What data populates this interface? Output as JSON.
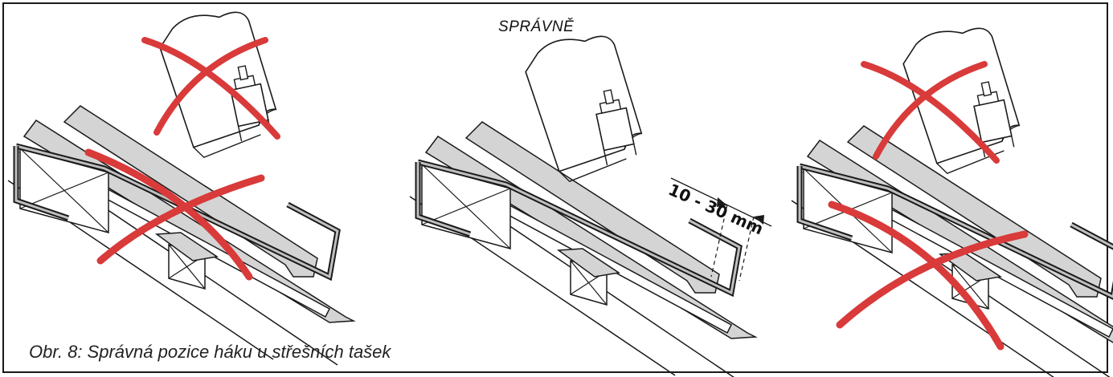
{
  "figure": {
    "title": "SPRÁVNĚ",
    "caption": "Obr. 8: Správná pozice háku u střešních tašek",
    "dimension": "10 - 30 mm"
  },
  "colors": {
    "frame": "#1a1a1a",
    "tile_fill": "#d4d4d4",
    "outline": "#1a1a1a",
    "cross": "#d93a3a"
  },
  "panels": [
    {
      "position": "left",
      "status": "incorrect"
    },
    {
      "position": "middle",
      "status": "correct"
    },
    {
      "position": "right",
      "status": "incorrect"
    }
  ]
}
